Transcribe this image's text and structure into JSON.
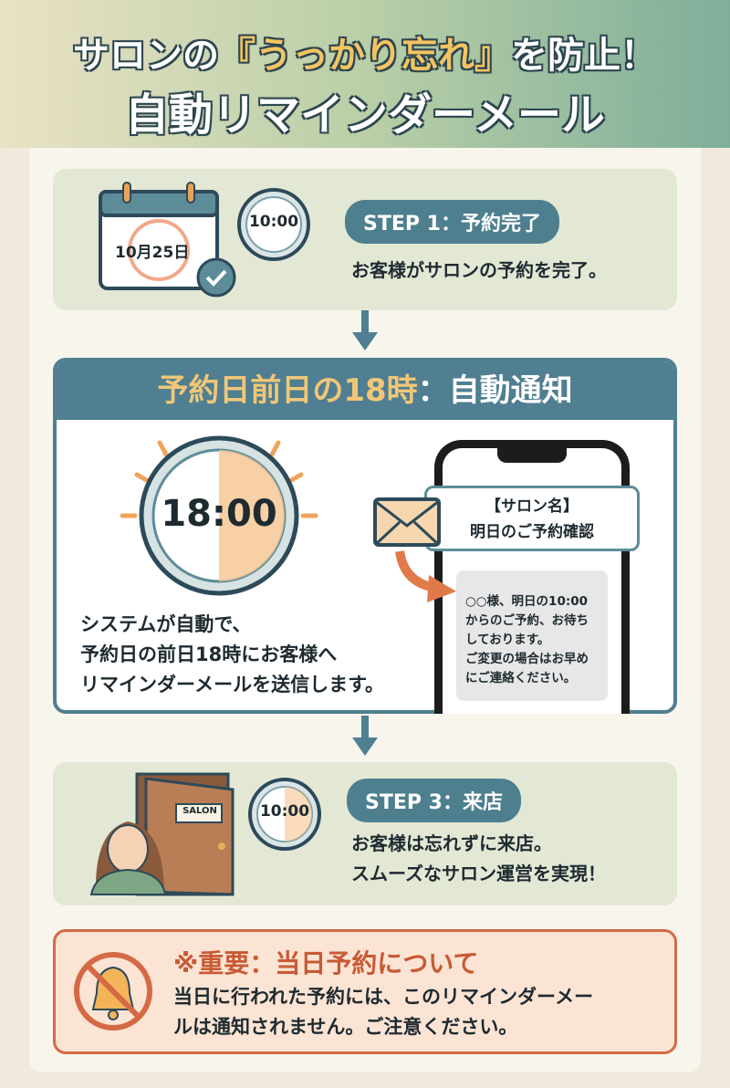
{
  "header": {
    "title_prefix": "サロンの",
    "title_highlight": "『うっかり忘れ』",
    "title_suffix": "を防止！",
    "subtitle": "自動リマインダーメール"
  },
  "step1": {
    "label": "STEP 1：予約完了",
    "description": "お客様がサロンの予約を完了。",
    "calendar_date": "10月25日",
    "clock_time": "10:00"
  },
  "step2": {
    "title_highlight": "予約日前日の18時",
    "title_suffix": "：自動通知",
    "clock_time": "18:00",
    "description_lines": [
      "システムが自動で、",
      "予約日の前日18時にお客様へ",
      "リマインダーメールを送信します。"
    ],
    "notification_lines": [
      "【サロン名】",
      "明日のご予約確認"
    ],
    "message_lines": [
      "○○様、明日の10:00",
      "からのご予約、お待ち",
      "しております。",
      "ご変更の場合はお早め",
      "にご連絡ください。"
    ]
  },
  "step3": {
    "label": "STEP 3：来店",
    "door_sign": "SALON",
    "clock_time": "10:00",
    "description_lines": [
      "お客様は忘れずに来店。",
      "スムーズなサロン運営を実現！"
    ]
  },
  "warning": {
    "title": "※重要：当日予約について",
    "lines": [
      "当日に行われた予約には、このリマインダーメー",
      "ルは通知されません。ご注意ください。"
    ]
  },
  "colors": {
    "teal": "#4f7f91",
    "orange": "#e07a4a",
    "gold": "#f1c678",
    "warning_red": "#c85a35"
  }
}
